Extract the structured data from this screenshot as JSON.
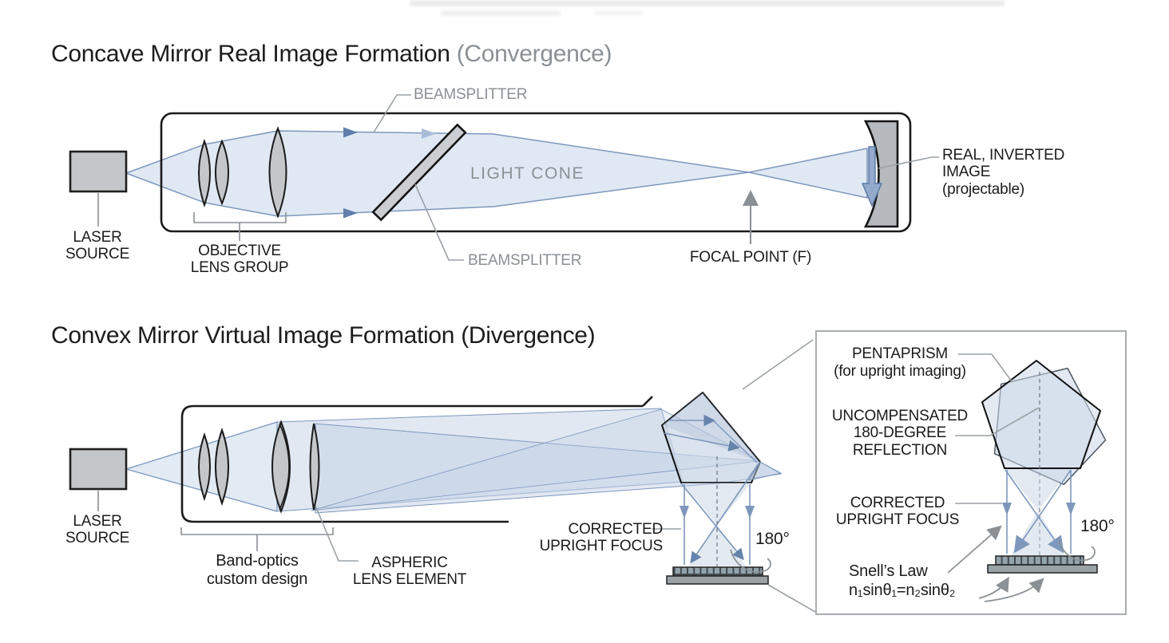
{
  "colors": {
    "ink": "#1a1a1a",
    "label_gray": "#8b9095",
    "beam_fill": "#dbe5f1",
    "beam_stroke": "#7d97bd",
    "glass_gray": "#c4c7ca",
    "arrow_blue": "#6583ab"
  },
  "d1": {
    "title_main": "Concave Mirror Real Image Formation ",
    "title_paren": "(Convergence)",
    "laser": "LASER\nSOURCE",
    "lens_group": "OBJECTIVE\nLENS GROUP",
    "bs_top": "BEAMSPLITTER",
    "bs_bottom": "BEAMSPLITTER",
    "light_cone": "LIGHT CONE",
    "focal": "FOCAL POINT (F)",
    "real_image": "REAL, INVERTED\nIMAGE\n(projectable)"
  },
  "d2": {
    "title": "Convex Mirror Virtual Image Formation (Divergence)",
    "laser": "LASER\nSOURCE",
    "band_optics": "Band-optics\ncustom design",
    "aspheric": "ASPHERIC\nLENS ELEMENT",
    "corrected": "CORRECTED\nUPRIGHT FOCUS",
    "angle": "180°"
  },
  "inset": {
    "pentaprism": "PENTAPRISM",
    "pentaprism_sub": "(for upright imaging)",
    "uncompensated": "UNCOMPENSATED\n180-DEGREE\nREFLECTION",
    "corrected": "CORRECTED\nUPRIGHT FOCUS",
    "snell": "Snell’s Law",
    "snell_formula": "n₁sinθ₁=n₂sinθ₂",
    "angle": "180°"
  }
}
